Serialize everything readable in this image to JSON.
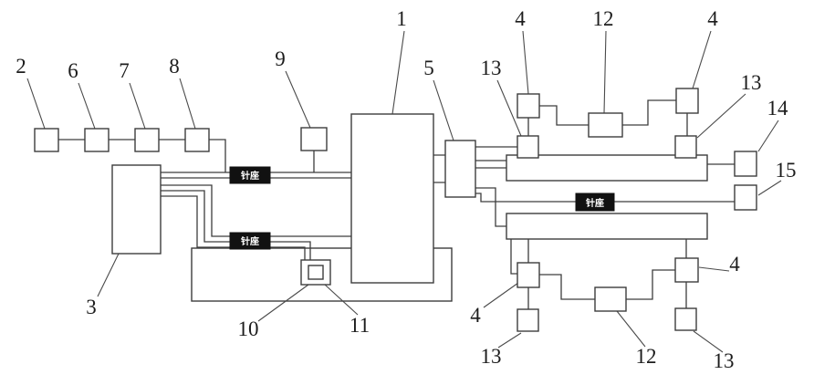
{
  "figure": {
    "needle_label": "针座",
    "labels": {
      "n1": "1",
      "n2": "2",
      "n3": "3",
      "n4a": "4",
      "n4b": "4",
      "n4c": "4",
      "n4d": "4",
      "n5": "5",
      "n6": "6",
      "n7": "7",
      "n8": "8",
      "n9": "9",
      "n10": "10",
      "n11": "11",
      "n12a": "12",
      "n12b": "12",
      "n13a": "13",
      "n13b": "13",
      "n13c": "13",
      "n13d": "13",
      "n14": "14",
      "n15": "15"
    }
  }
}
